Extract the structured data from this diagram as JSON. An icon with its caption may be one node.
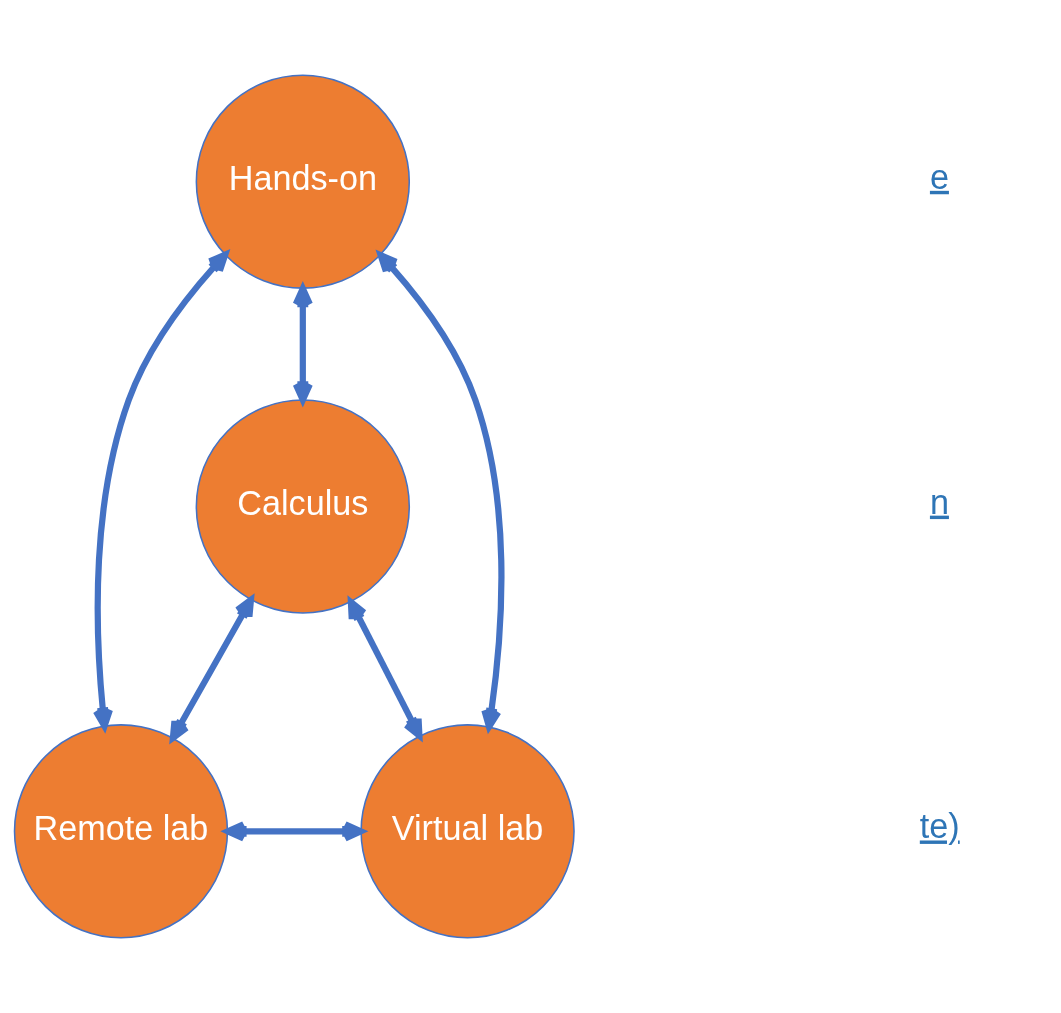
{
  "diagram": {
    "nodes": [
      {
        "text": [
          "Hands-on"
        ]
      },
      {
        "text": [
          "Calculus"
        ]
      },
      {
        "text": [
          "Remote lab"
        ]
      },
      {
        "text": [
          "Virtual lab"
        ]
      }
    ],
    "edges": [
      {
        "from": 0,
        "to": 2,
        "arrow": "both"
      },
      {
        "from": 0,
        "to": 3,
        "arrow": "both"
      },
      {
        "from": 0,
        "to": 1,
        "arrow": "both"
      },
      {
        "from": 1,
        "to": 2,
        "arrow": "both"
      },
      {
        "from": 1,
        "to": 3,
        "arrow": "both"
      },
      {
        "from": 2,
        "to": 3,
        "arrow": "both"
      }
    ],
    "labels": [
      "e",
      "n",
      "te)"
    ]
  }
}
